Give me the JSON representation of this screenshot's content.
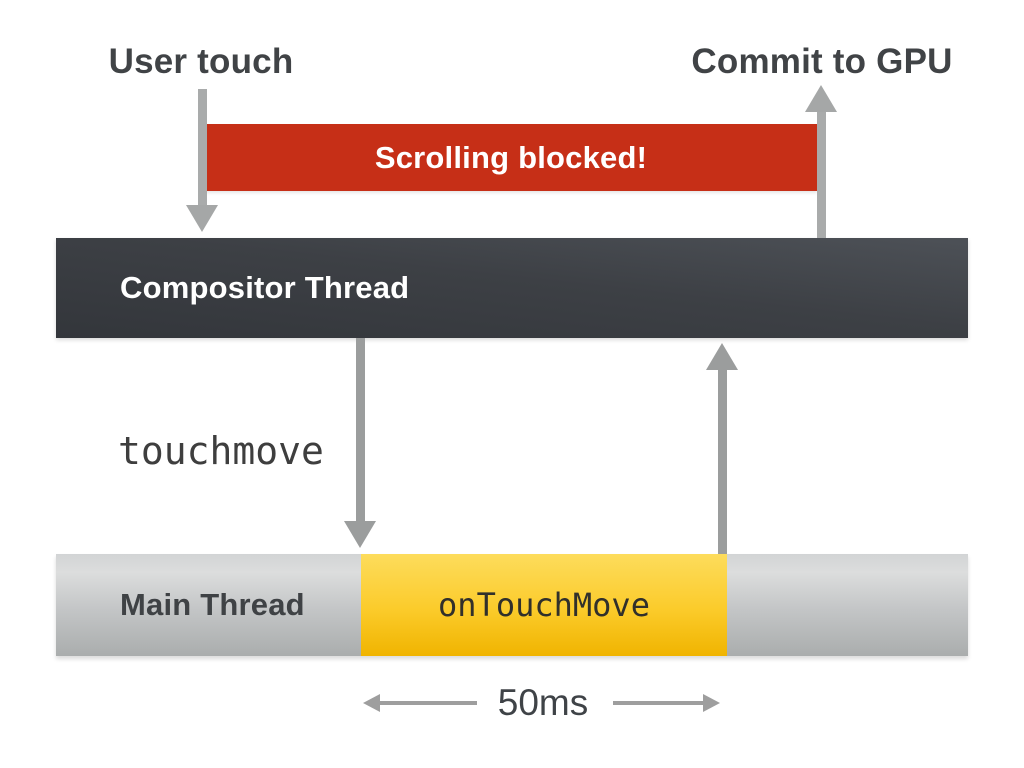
{
  "diagram": {
    "title_left": "User touch",
    "title_right": "Commit to GPU",
    "banner": {
      "label": "Scrolling blocked!"
    },
    "compositor": {
      "label": "Compositor Thread"
    },
    "main_thread": {
      "label": "Main Thread"
    },
    "event_label": "touchmove",
    "handler_label": "onTouchMove",
    "duration_label": "50ms",
    "icons": [
      "user-touch-down-arrow",
      "commit-to-gpu-up-arrow",
      "touchmove-dispatch-down-arrow",
      "handler-return-up-arrow",
      "duration-left-arrow",
      "duration-right-arrow"
    ],
    "colors": {
      "background": "#ffffff",
      "heading_text": "#404346",
      "banner_red": "#c62f17",
      "banner_text": "#ffffff",
      "compositor_gradient_dark": "#33363b",
      "compositor_gradient_light": "#4d5157",
      "compositor_text": "#ffffff",
      "main_gray_light": "#dcdddd",
      "main_gray_dark": "#aaadad",
      "main_text": "#3f4245",
      "busy_yellow_top": "#fddc5c",
      "busy_yellow_bottom": "#f0b400",
      "busy_text": "#31302b",
      "event_text": "#3e3e3e",
      "arrow_gray": "#a5a7a7",
      "mid_arrow_gray": "#9b9d9d",
      "duration_arrow_gray": "#9e9e9e",
      "duration_text": "#3f4347"
    }
  }
}
